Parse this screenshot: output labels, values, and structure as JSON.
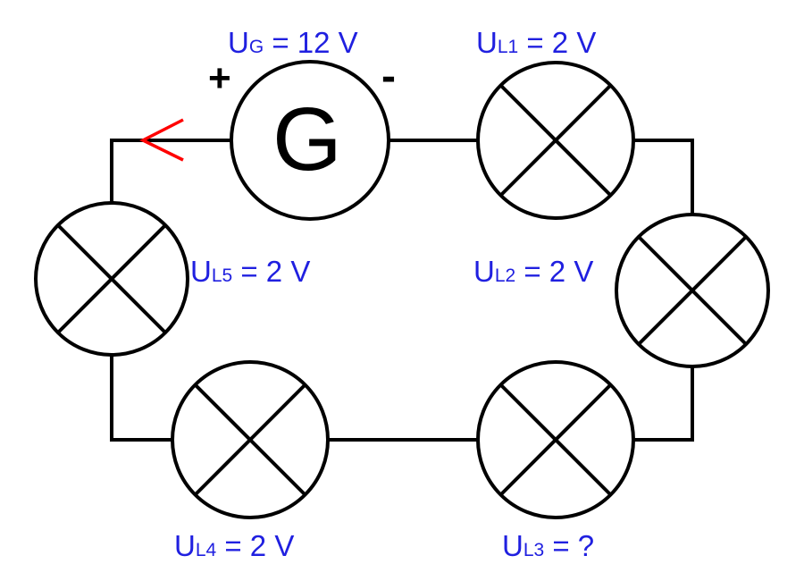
{
  "colors": {
    "wire": "#000000",
    "label": "#2020e0",
    "arrow": "#ff0000"
  },
  "generator": {
    "symbol": "G",
    "positive": "+",
    "negative": "-",
    "label": {
      "var": "U",
      "sub": "G",
      "rest": " = 12 V"
    }
  },
  "current_arrow": {
    "icon": "red-arrow-left-icon"
  },
  "lamps": [
    {
      "id": "L1",
      "label": {
        "var": "U",
        "sub": "L1",
        "rest": " = 2 V"
      }
    },
    {
      "id": "L2",
      "label": {
        "var": "U",
        "sub": "L2",
        "rest": " = 2 V"
      }
    },
    {
      "id": "L3",
      "label": {
        "var": "U",
        "sub": "L3",
        "rest": " = ?"
      }
    },
    {
      "id": "L4",
      "label": {
        "var": "U",
        "sub": "L4",
        "rest": " = 2 V"
      }
    },
    {
      "id": "L5",
      "label": {
        "var": "U",
        "sub": "L5",
        "rest": " = 2 V"
      }
    }
  ]
}
